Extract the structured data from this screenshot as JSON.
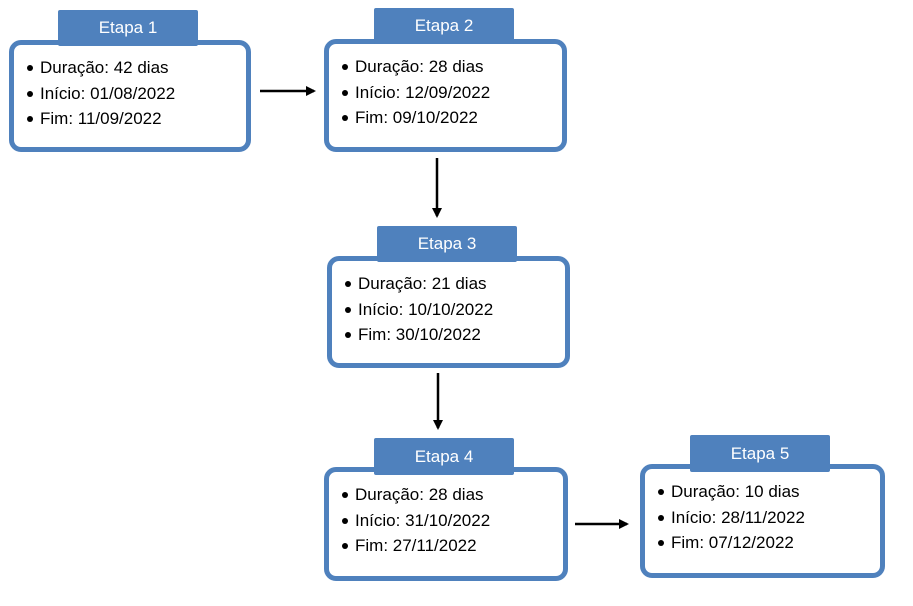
{
  "stages": [
    {
      "title": "Etapa 1",
      "duration": "Duração: 42 dias",
      "start": "Início: 01/08/2022",
      "end": "Fim: 11/09/2022"
    },
    {
      "title": "Etapa 2",
      "duration": "Duração: 28 dias",
      "start": "Início: 12/09/2022",
      "end": "Fim: 09/10/2022"
    },
    {
      "title": "Etapa 3",
      "duration": "Duração: 21 dias",
      "start": "Início: 10/10/2022",
      "end": "Fim: 30/10/2022"
    },
    {
      "title": "Etapa 4",
      "duration": "Duração: 28 dias",
      "start": "Início: 31/10/2022",
      "end": "Fim: 27/11/2022"
    },
    {
      "title": "Etapa 5",
      "duration": "Duração: 10 dias",
      "start": "Início: 28/11/2022",
      "end": "Fim: 07/12/2022"
    }
  ],
  "colors": {
    "accent": "#4f81bd",
    "tab_shadow": "#dbe5f1",
    "arrow": "#000000"
  }
}
